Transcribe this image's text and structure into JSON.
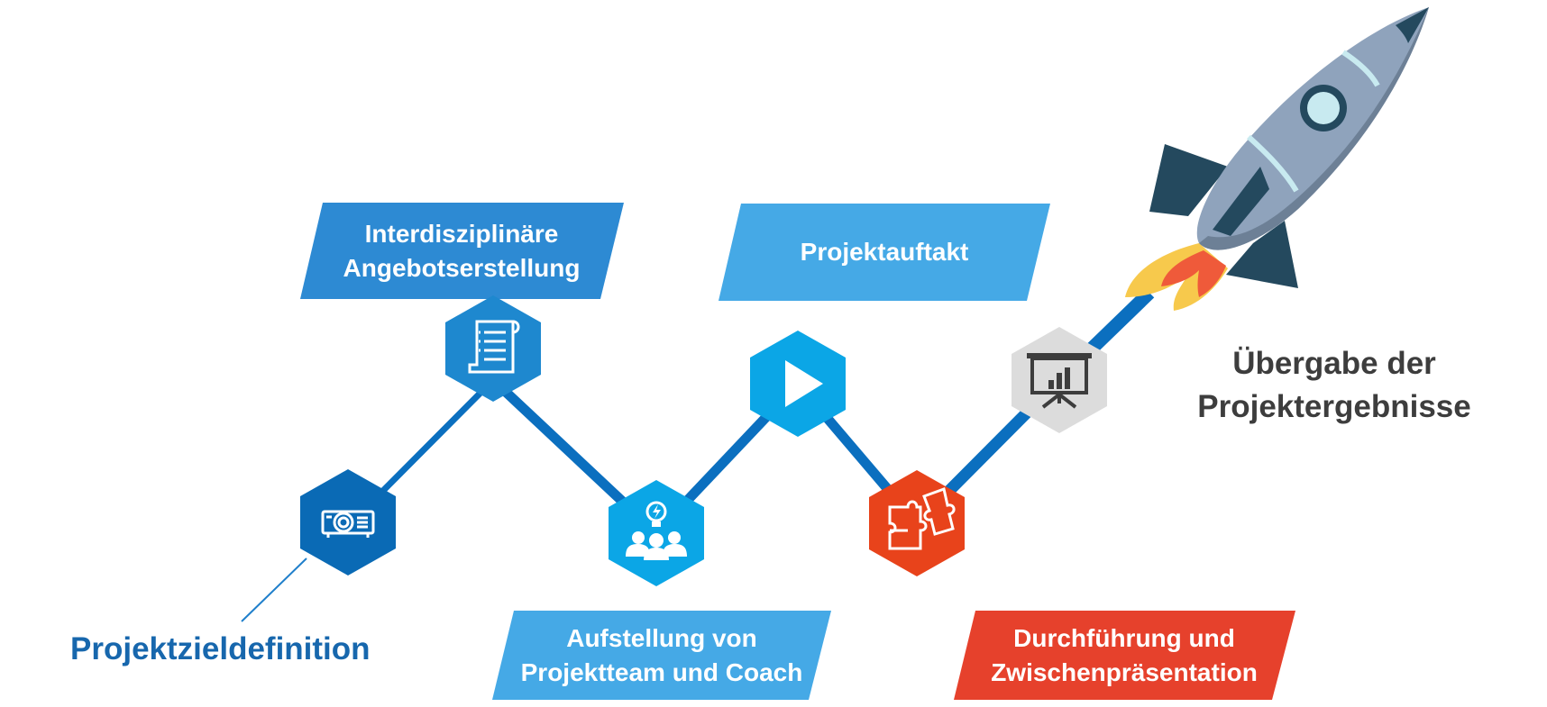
{
  "steps": [
    {
      "label": "Projektzieldefinition",
      "icon": "projector-icon",
      "color": "#0a6ab5"
    },
    {
      "label_lines": [
        "Interdisziplinäre",
        "Angebotserstellung"
      ],
      "icon": "document-scroll-icon",
      "color": "#1e88cf"
    },
    {
      "label_lines": [
        "Aufstellung von",
        "Projektteam und Coach"
      ],
      "icon": "team-idea-icon",
      "color": "#0ba6e6"
    },
    {
      "label": "Projektauftakt",
      "icon": "play-icon",
      "color": "#0ba6e6"
    },
    {
      "label_lines": [
        "Durchführung und",
        "Zwischenpräsentation"
      ],
      "icon": "puzzle-icon",
      "color": "#e8431b"
    },
    {
      "label_lines": [
        "Übergabe der",
        "Projektergebnisse"
      ],
      "icon": "presentation-chart-icon",
      "color": "#dcdcdc"
    }
  ],
  "colors": {
    "path": "#0b6fbf",
    "label_blue_dark": "#2d8ad3",
    "label_blue_light": "#45a9e6",
    "label_red": "#e6412c",
    "text_blue": "#1767ad",
    "text_gray": "#3d3d3d"
  },
  "rocket_icon": "rocket-icon"
}
